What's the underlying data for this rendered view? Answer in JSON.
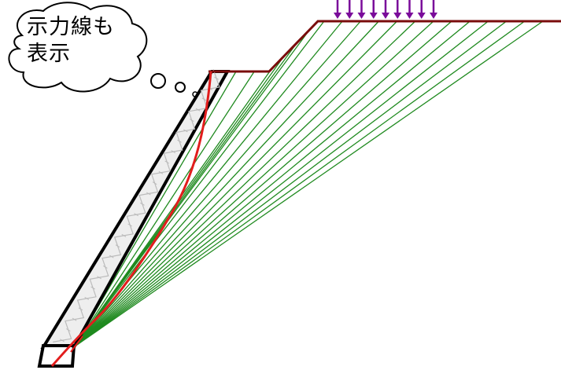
{
  "callout": {
    "line1": "示力線も",
    "line2": "表示"
  },
  "colors": {
    "ground": "#7a0c0c",
    "load_arrows": "#7a0b9a",
    "slip_lines": "#1f8a1f",
    "force_line": "#e21d1d",
    "wall": "#000000",
    "wall_fill": "#eeeeee",
    "lattice": "#bbbbbb"
  },
  "icons": {
    "load": "down-arrow-icon"
  },
  "diagram": {
    "load_arrow_count": 9,
    "slip_line_count": 19
  }
}
